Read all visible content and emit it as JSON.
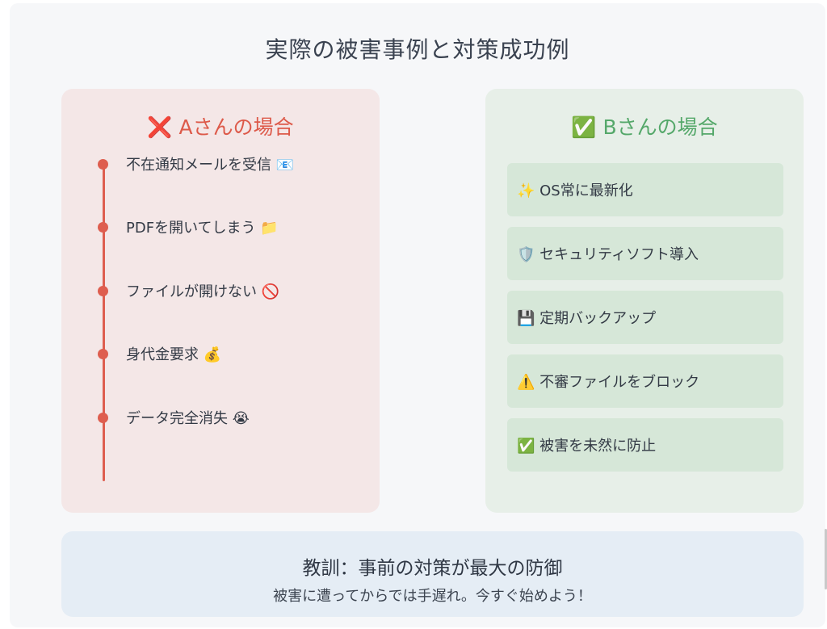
{
  "page": {
    "title": "実際の被害事例と対策成功例"
  },
  "case_a": {
    "heading": "❌ Aさんの場合",
    "steps": [
      "不在通知メールを受信 📧",
      "PDFを開いてしまう 📁",
      "ファイルが開けない 🚫",
      "身代金要求 💰",
      "データ完全消失 😭"
    ]
  },
  "case_b": {
    "heading": "✅ Bさんの場合",
    "measures": [
      "✨ OS常に最新化",
      "🛡️ セキュリティソフト導入",
      "💾 定期バックアップ",
      "⚠️ 不審ファイルをブロック",
      "✅ 被害を未然に防止"
    ]
  },
  "lesson": {
    "title": "教訓：事前の対策が最大の防御",
    "subtitle": "被害に遭ってからでは手遅れ。今すぐ始めよう！"
  },
  "colors": {
    "case_a_accent": "#de5e4f",
    "case_b_accent": "#55a86a",
    "case_a_bg": "#f4e7e7",
    "case_b_bg": "#e7efe8",
    "lesson_bg": "#e5edf5"
  }
}
